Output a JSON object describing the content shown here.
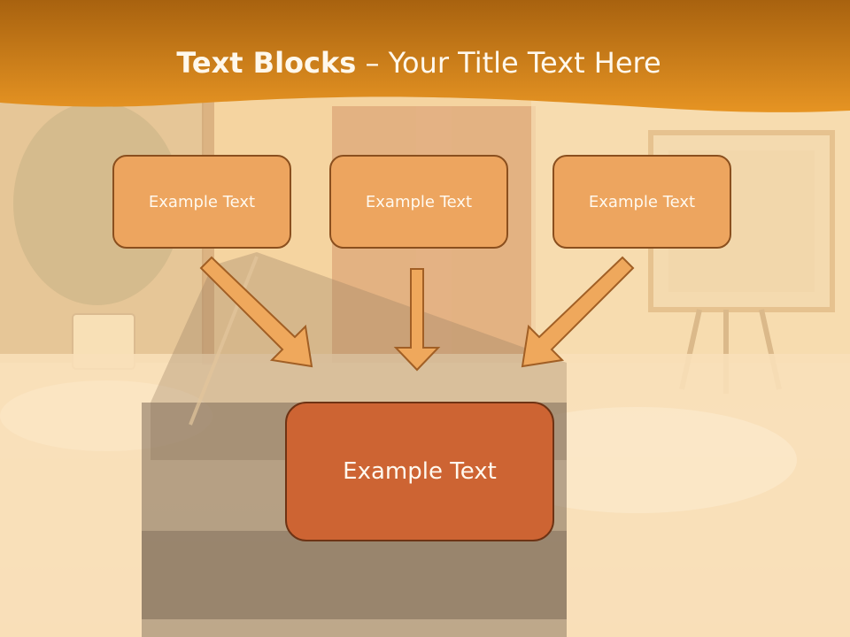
{
  "slide": {
    "title_bold": "Text Blocks",
    "title_dash": "–",
    "title_rest": "Your Title Text Here"
  },
  "blocks": {
    "top": [
      "Example Text",
      "Example Text",
      "Example Text"
    ],
    "center": "Example Text"
  },
  "colors": {
    "title_band": "#e3901f",
    "block_fill": "#eda55f",
    "block_border": "#8a4f1e",
    "center_fill": "#cd6433",
    "center_border": "#6e3314",
    "arrow_fill": "#efa85c",
    "arrow_stroke": "#a15f25"
  }
}
